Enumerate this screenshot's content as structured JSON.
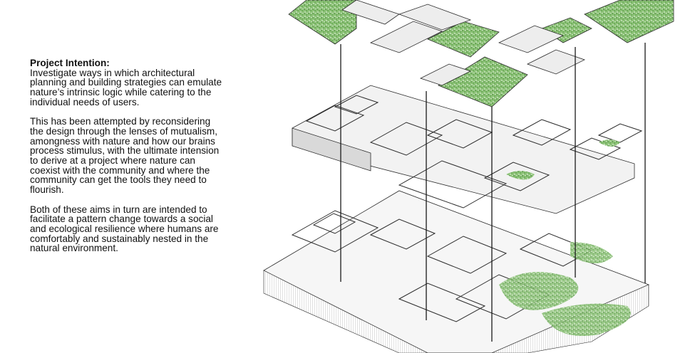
{
  "text": {
    "heading": "Project Intention:",
    "paragraphs": [
      "Investigate ways in which architectural planning and building strategies can emulate nature’s intrinsic logic while catering to the individual needs of users.",
      "This has been attempted by reconsidering the design through the lenses of mutualism, amongness with nature and how our brains process stimulus, with the ultimate intension to derive at a project where nature can coexist with the community and where the community can get the tools they need to flourish.",
      "Both of these aims in turn are intended to facilitate a pattern change towards a social and ecological resilience where humans are comfortably and sustainably nested in the natural environment."
    ]
  },
  "colors": {
    "vegetation": "#6fae5a",
    "vegetation_dark": "#4c8f3c",
    "line": "#2b2b2b",
    "wall_fill": "#d9d9d9",
    "slab_fill": "#f2f2f2"
  }
}
